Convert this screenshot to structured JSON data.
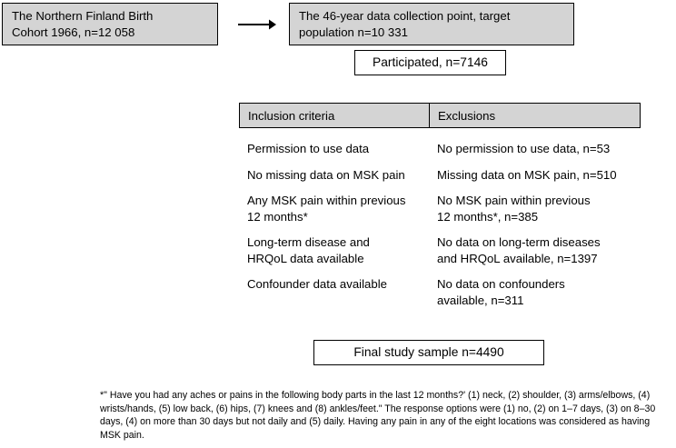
{
  "flow": {
    "cohort_box": "The Northern Finland Birth\nCohort 1966, n=12 058",
    "target_box": "The 46-year data collection point, target\npopulation n=10 331",
    "participated_box": "Participated, n=7146",
    "final_box": "Final study sample n=4490",
    "arrow_label": "flow-arrow"
  },
  "table": {
    "headers": {
      "inclusion": "Inclusion criteria",
      "exclusions": "Exclusions"
    },
    "rows": [
      {
        "inclusion": "Permission to use data",
        "exclusion": "No permission to use data, n=53"
      },
      {
        "inclusion": "No missing data on MSK pain",
        "exclusion": "Missing data on MSK pain, n=510"
      },
      {
        "inclusion": "Any MSK pain within previous\n12 months*",
        "exclusion": "No MSK pain within previous\n12 months*, n=385"
      },
      {
        "inclusion": "Long-term disease and\nHRQoL data available",
        "exclusion": "No data on long-term diseases\nand HRQoL available, n=1397"
      },
      {
        "inclusion": "Confounder data available",
        "exclusion": "No data on confounders\navailable, n=311"
      }
    ]
  },
  "footnote": {
    "text": "*\" Have you had any aches or pains in the following body parts in the last 12 months?' (1) neck, (2) shoulder, (3) arms/elbows, (4) wrists/hands, (5) low back, (6) hips, (7) knees and (8) ankles/feet.\" The response options were (1) no, (2) on 1–7 days, (3) on 8–30 days, (4) on more than 30 days but not daily and (5) daily. Having any pain in any of the eight locations was considered as having MSK pain."
  },
  "colors": {
    "box_fill": "#d4d4d4",
    "box_border": "#000000",
    "text": "#000000",
    "background": "#ffffff"
  }
}
